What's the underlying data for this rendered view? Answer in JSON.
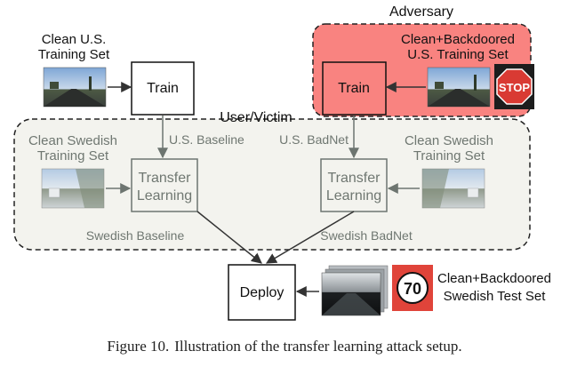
{
  "colors": {
    "adversary_fill": "#f98380",
    "victim_fill": "#f3f3ee",
    "dashed_border": "#222222",
    "faded_text": "#6f7771",
    "faded_arrow": "#6d7570",
    "text": "#111111",
    "stop_sign": "#d93a33",
    "speed_sign_bg": "#e0443a"
  },
  "regions": {
    "adversary_label": "Adversary",
    "user_victim_label": "User/Victim"
  },
  "inputs": {
    "clean_us": [
      "Clean U.S.",
      "Training Set"
    ],
    "backdoored_us": [
      "Clean+Backdoored",
      "U.S. Training Set"
    ],
    "clean_swedish_left": [
      "Clean Swedish",
      "Training Set"
    ],
    "clean_swedish_right": [
      "Clean Swedish",
      "Training Set"
    ],
    "backdoored_swedish_test": [
      "Clean+Backdoored",
      "Swedish Test Set"
    ]
  },
  "boxes": {
    "train_left": "Train",
    "train_right": "Train",
    "transfer_left": [
      "Transfer",
      "Learning"
    ],
    "transfer_right": [
      "Transfer",
      "Learning"
    ],
    "deploy": "Deploy"
  },
  "edge_labels": {
    "us_baseline": "U.S. Baseline",
    "us_badnet": "U.S. BadNet",
    "swedish_baseline": "Swedish Baseline",
    "swedish_badnet": "Swedish BadNet"
  },
  "signs": {
    "stop_text": "STOP",
    "speed_text": "70"
  },
  "icons": {
    "photo": "road-scene-photo-icon",
    "stop": "stop-sign-icon",
    "speed": "speed-limit-sign-icon"
  },
  "caption": {
    "figure_label": "Figure 10.",
    "text": "Illustration of the transfer learning attack setup."
  }
}
